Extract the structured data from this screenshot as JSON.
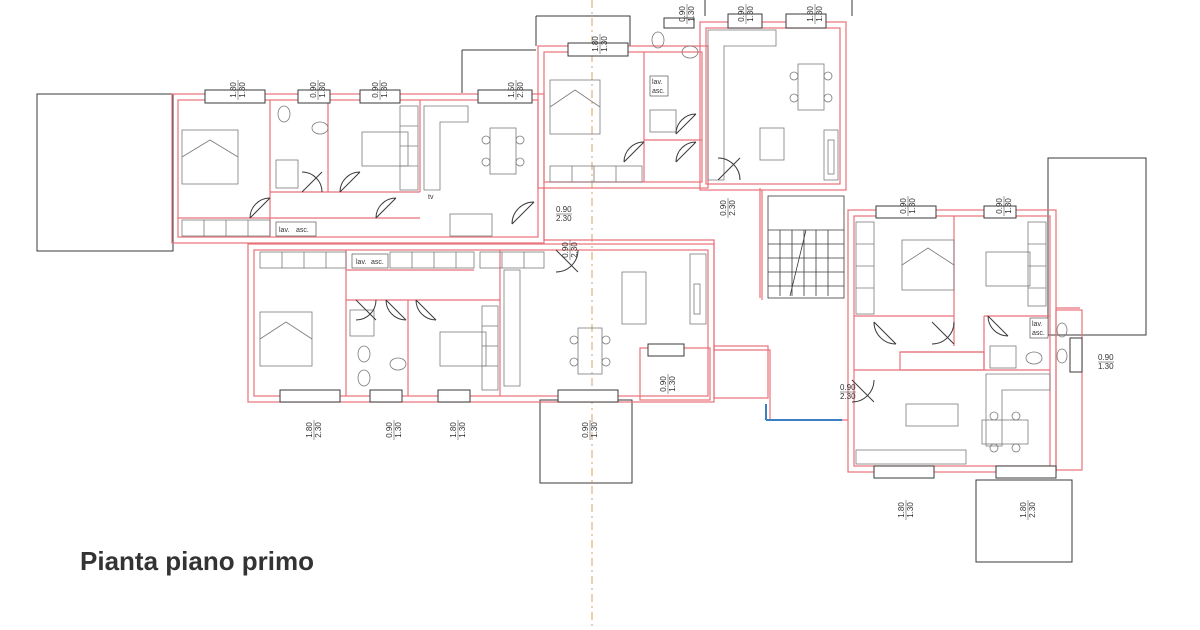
{
  "title": "Pianta piano primo",
  "colors": {
    "wall": "#e8717a",
    "line": "#3a3a3a",
    "furniture": "#7a7a7a",
    "axis": "#d9a066",
    "balcony_edge": "#3a7fc4",
    "title": "#333333"
  },
  "window_labels": [
    {
      "w": "1.80",
      "h": "1.30"
    },
    {
      "w": "0.90",
      "h": "1.30"
    },
    {
      "w": "0.90",
      "h": "1.30"
    },
    {
      "w": "1.50",
      "h": "2.30"
    },
    {
      "w": "1.80",
      "h": "1.30"
    },
    {
      "w": "0.90",
      "h": "1.30"
    },
    {
      "w": "0.90",
      "h": "1.30"
    },
    {
      "w": "1.80",
      "h": "1.30"
    },
    {
      "w": "0.90",
      "h": "1.30"
    },
    {
      "w": "0.90",
      "h": "1.30"
    },
    {
      "w": "0.90",
      "h": "1.30"
    },
    {
      "w": "1.80",
      "h": "2.30"
    },
    {
      "w": "0.90",
      "h": "1.30"
    },
    {
      "w": "1.80",
      "h": "1.30"
    },
    {
      "w": "0.90",
      "h": "1.30"
    },
    {
      "w": "0.90",
      "h": "1.30"
    },
    {
      "w": "1.80",
      "h": "1.30"
    },
    {
      "w": "1.80",
      "h": "2.30"
    }
  ],
  "door_labels": [
    {
      "w": "0.90",
      "h": "2.30"
    },
    {
      "w": "0.90",
      "h": "2.30"
    },
    {
      "w": "0.90",
      "h": "2.30"
    },
    {
      "w": "0.90",
      "h": "2.30"
    }
  ],
  "room_labels": {
    "lav_asc": [
      "lav.",
      "asc."
    ],
    "tv": "tv"
  }
}
